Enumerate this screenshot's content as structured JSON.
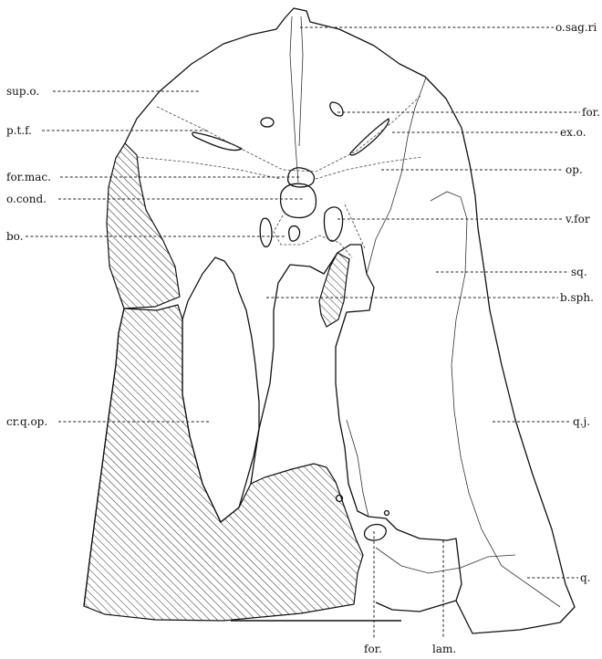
{
  "labels": {
    "o_sag_ri": "o.sag.ri",
    "sup_o": "sup.o.",
    "for_upper": "for.",
    "p_t_f": "p.t.f.",
    "ex_o": "ex.o.",
    "for_mac": "for.mac.",
    "op": "op.",
    "o_cond": "o.cond.",
    "v_for": "v.for",
    "bo": "bo.",
    "sq": "sq.",
    "b_sph": "b.sph.",
    "cr_q_op": "cr.q.op.",
    "q_j": "q.j.",
    "q": "q.",
    "for_lower": "for.",
    "lam": "lam."
  }
}
